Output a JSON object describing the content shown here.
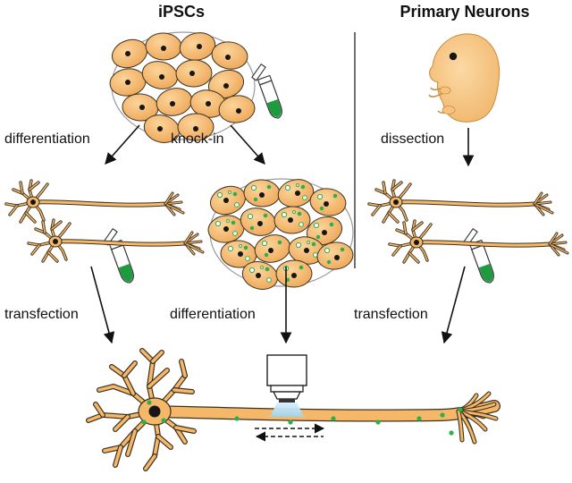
{
  "titles": {
    "left": "iPSCs",
    "right": "Primary Neurons"
  },
  "labels": {
    "differentiation_top": "differentiation",
    "knock_in": "knock-in",
    "dissection": "dissection",
    "transfection_left": "transfection",
    "differentiation_bottom": "differentiation",
    "transfection_right": "transfection"
  },
  "colors": {
    "cell_fill": "#f5b869",
    "cell_outline": "#3d3322",
    "nucleus": "#161616",
    "gfp_green": "#2bb14a",
    "tube_green": "#1e9a3f",
    "embryo": "#f7c27e",
    "objective_light": "#b9dff2"
  },
  "icons": [
    "cell-cluster",
    "gfp-cell-cluster",
    "embryo",
    "test-tube",
    "neuron",
    "microscope-objective",
    "transport-arrows"
  ]
}
